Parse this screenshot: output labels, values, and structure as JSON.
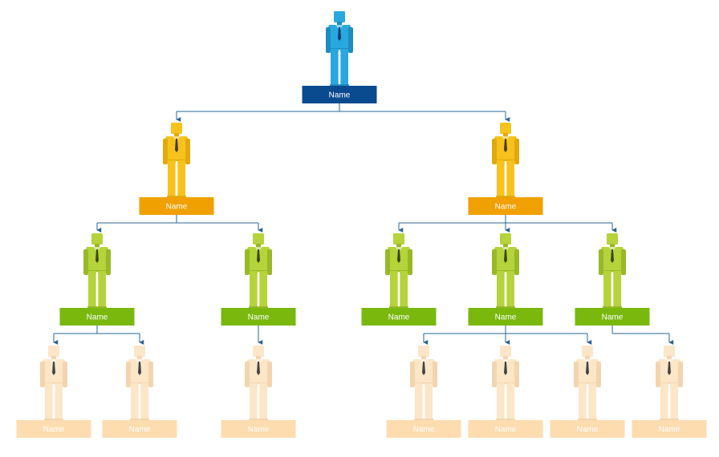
{
  "levels": [
    {
      "fill": "#29A8E0",
      "shade": "#1E8CC0",
      "box": "#0A4A8F",
      "text": "#ffffff",
      "tie": "#0E3C6A",
      "skin": "#29A8E0"
    },
    {
      "fill": "#F7C21C",
      "shade": "#E2A90E",
      "box": "#F0A000",
      "text": "#ffffff",
      "tie": "#4A3A10",
      "skin": "#F7C21C"
    },
    {
      "fill": "#B5D33A",
      "shade": "#98B828",
      "box": "#7AB80E",
      "text": "#ffffff",
      "tie": "#3A4A10",
      "skin": "#B5D33A"
    },
    {
      "fill": "#FCE6C8",
      "shade": "#F2D5AE",
      "box": "#FDDCB0",
      "text": "#ffffff",
      "tie": "#444444",
      "skin": "#FCE6C8"
    }
  ],
  "connector_color": "#2A6496",
  "nodes": [
    {
      "id": "n0",
      "label": "Name",
      "level": 0,
      "parent": null
    },
    {
      "id": "n1",
      "label": "Name",
      "level": 1,
      "parent": "n0"
    },
    {
      "id": "n2",
      "label": "Name",
      "level": 1,
      "parent": "n0"
    },
    {
      "id": "n3",
      "label": "Name",
      "level": 2,
      "parent": "n1"
    },
    {
      "id": "n4",
      "label": "Name",
      "level": 2,
      "parent": "n1"
    },
    {
      "id": "n5",
      "label": "Name",
      "level": 2,
      "parent": "n2"
    },
    {
      "id": "n6",
      "label": "Name",
      "level": 2,
      "parent": "n2"
    },
    {
      "id": "n7",
      "label": "Name",
      "level": 2,
      "parent": "n2"
    },
    {
      "id": "n8",
      "label": "Name",
      "level": 3,
      "parent": "n3"
    },
    {
      "id": "n9",
      "label": "Name",
      "level": 3,
      "parent": "n3"
    },
    {
      "id": "n10",
      "label": "Name",
      "level": 3,
      "parent": "n4"
    },
    {
      "id": "n11",
      "label": "Name",
      "level": 3,
      "parent": "n6"
    },
    {
      "id": "n12",
      "label": "Name",
      "level": 3,
      "parent": "n6"
    },
    {
      "id": "n13",
      "label": "Name",
      "level": 3,
      "parent": "n6"
    },
    {
      "id": "n14",
      "label": "Name",
      "level": 3,
      "parent": "n7"
    }
  ]
}
